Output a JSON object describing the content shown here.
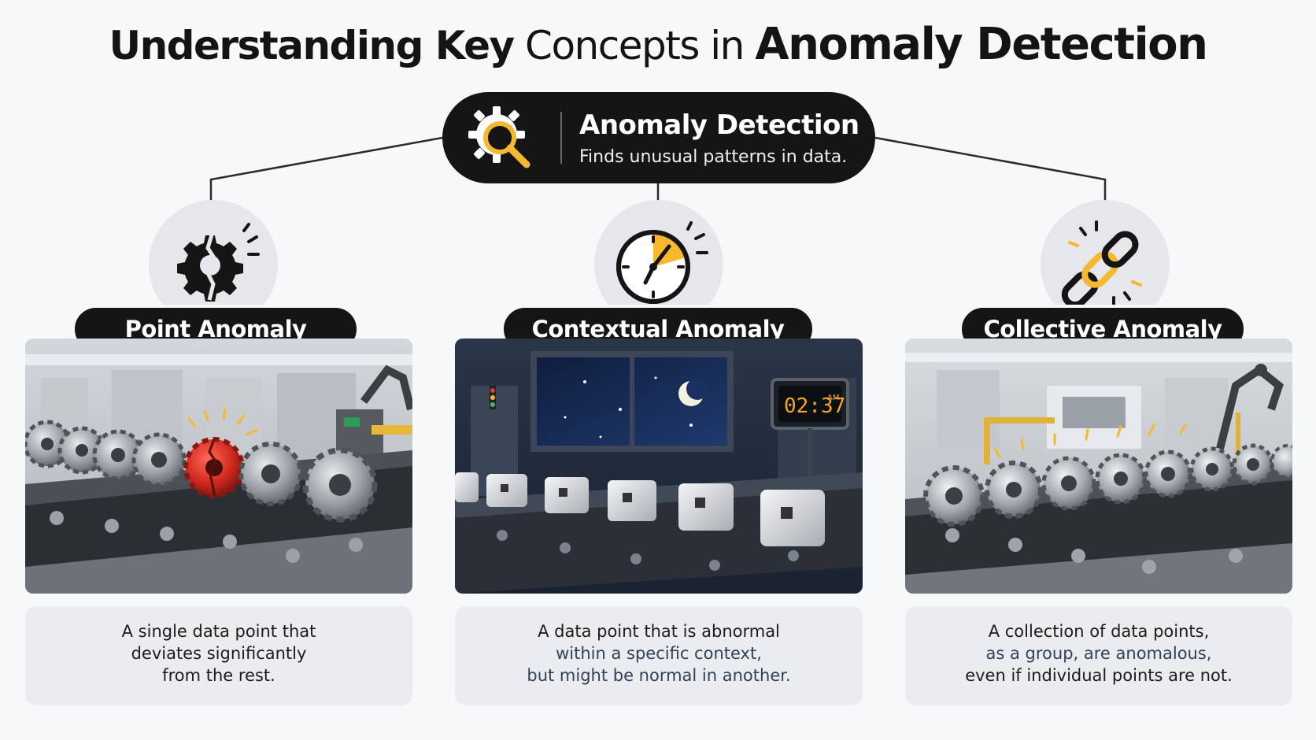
{
  "title": {
    "part1": "Understanding Key",
    "part2": "Concepts in",
    "part3": "Anomaly Detection"
  },
  "hub": {
    "icon": "gear-magnifier-icon",
    "title": "Anomaly Detection",
    "subtitle": "Finds unusual patterns in data."
  },
  "colors": {
    "accent": "#f5b82e",
    "dark": "#151515",
    "anomaly_red": "#d9332a",
    "background": "#f7f8fa"
  },
  "concepts": [
    {
      "icon": "broken-gear-icon",
      "label": "Point Anomaly",
      "description_lines": [
        "A single data point that",
        "deviates significantly",
        "from the rest."
      ]
    },
    {
      "icon": "clock-icon",
      "label": "Contextual Anomaly",
      "clock_reading": "02:37",
      "clock_suffix": "AM",
      "description_lines": [
        "A data point that is abnormal",
        "within a specific context,",
        "but might be normal in another."
      ]
    },
    {
      "icon": "chain-link-icon",
      "label": "Collective Anomaly",
      "description_lines": [
        "A collection of data points,",
        "as a group, are anomalous,",
        "even if individual points are not."
      ]
    }
  ]
}
